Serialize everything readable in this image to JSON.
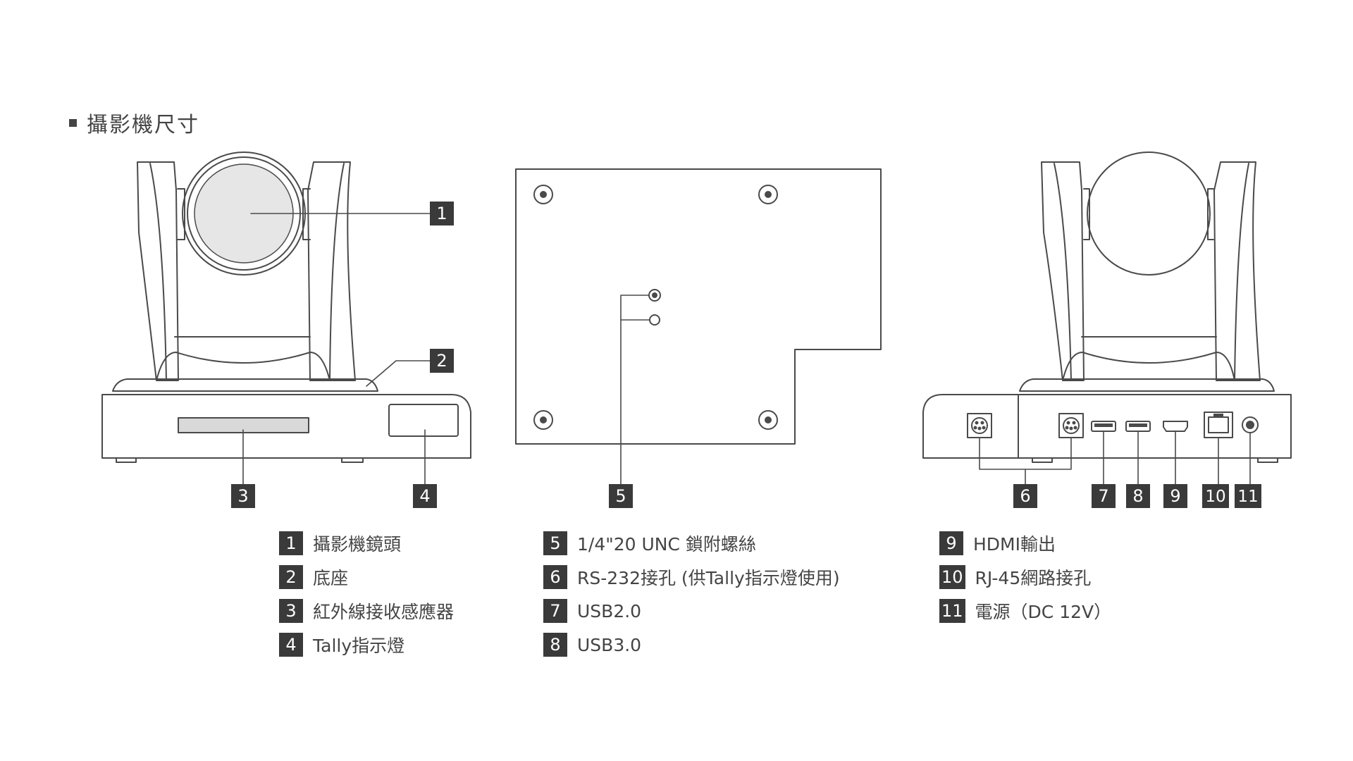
{
  "title": "攝影機尺寸",
  "callouts": [
    "1",
    "2",
    "3",
    "4",
    "5",
    "6",
    "7",
    "8",
    "9",
    "10",
    "11"
  ],
  "legend": [
    {
      "num": "1",
      "label": "攝影機鏡頭"
    },
    {
      "num": "2",
      "label": "底座"
    },
    {
      "num": "3",
      "label": "紅外線接收感應器"
    },
    {
      "num": "4",
      "label": "Tally指示燈"
    },
    {
      "num": "5",
      "label": "1/4\"20 UNC 鎖附螺絲"
    },
    {
      "num": "6",
      "label": "RS-232接孔 (供Tally指示燈使用)"
    },
    {
      "num": "7",
      "label": "USB2.0"
    },
    {
      "num": "8",
      "label": "USB3.0"
    },
    {
      "num": "9",
      "label": "HDMI輸出"
    },
    {
      "num": "10",
      "label": "RJ-45網路接孔"
    },
    {
      "num": "11",
      "label": "電源（DC 12V）"
    }
  ],
  "colors": {
    "line": "#4a4a4a",
    "callout_bg": "#3a3a3a",
    "lens_fill": "#e6e6e6",
    "strip_fill": "#d9d9d9"
  }
}
